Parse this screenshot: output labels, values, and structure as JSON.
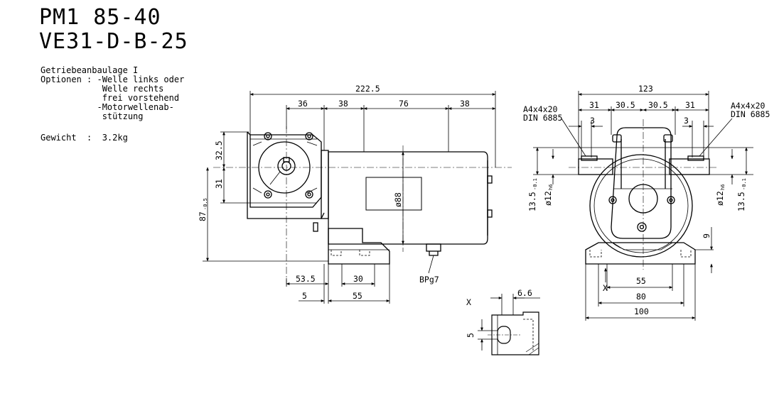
{
  "title": {
    "line1": "PM1 85-40",
    "line2": "VE31-D-B-25"
  },
  "spec": {
    "line1": "Getriebeanbaulage I",
    "line2": "Optionen : -Welle links oder",
    "line3": "            Welle rechts",
    "line4": "            frei vorstehend",
    "line5": "           -Motorwellenab-",
    "line6": "            stützung",
    "weight": "Gewicht  :  3.2kg"
  },
  "side_view": {
    "d_total": "222.5",
    "d_36": "36",
    "d_38a": "38",
    "d_76": "76",
    "d_38b": "38",
    "d_32_5": "32.5",
    "d_31": "31",
    "d_87": "87",
    "d_87_tol": "-0.5",
    "d_dia88": "ø88",
    "d_53_5": "53.5",
    "d_30": "30",
    "d_5": "5",
    "d_55": "55",
    "connector": "BPg7"
  },
  "front_view": {
    "d_123": "123",
    "d_31a": "31",
    "d_30_5a": "30.5",
    "d_30_5b": "30.5",
    "d_31b": "31",
    "d_3a": "3",
    "d_3b": "3",
    "key_left_1": "A4x4x20",
    "key_left_2": "DIN 6885",
    "key_right_1": "A4x4x20",
    "key_right_2": "DIN 6885",
    "d_13_5_left": "13.5",
    "d_13_5_left_tol": "-0.1",
    "d_12_left": "ø12",
    "d_12_left_tol": "h6",
    "d_12_right": "ø12",
    "d_12_right_tol": "h6",
    "d_13_5_right": "13.5",
    "d_13_5_right_tol": "-0.1",
    "d_9": "9",
    "d_55": "55",
    "d_80": "80",
    "d_100": "100",
    "section_mark": "X"
  },
  "detail_x": {
    "label": "X",
    "d_6_6": "6.6",
    "d_5": "5"
  }
}
